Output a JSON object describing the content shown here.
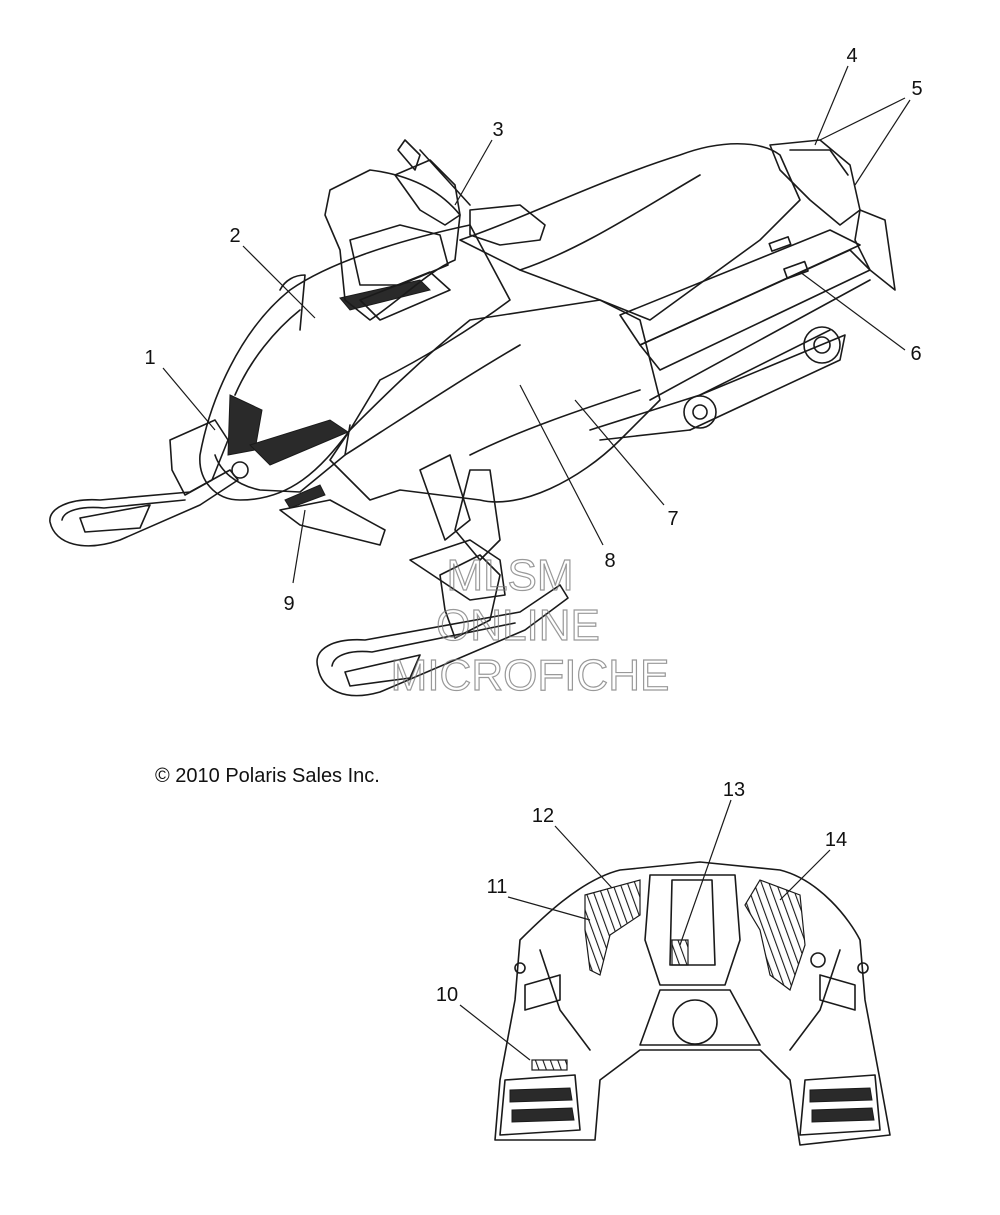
{
  "diagram": {
    "copyright": "© 2010 Polaris Sales Inc.",
    "callouts": [
      "1",
      "2",
      "3",
      "4",
      "5",
      "6",
      "7",
      "8",
      "9",
      "10",
      "11",
      "12",
      "13",
      "14"
    ],
    "watermark": [
      "MLSM",
      "ONLINE",
      "MICROFICHE"
    ]
  }
}
